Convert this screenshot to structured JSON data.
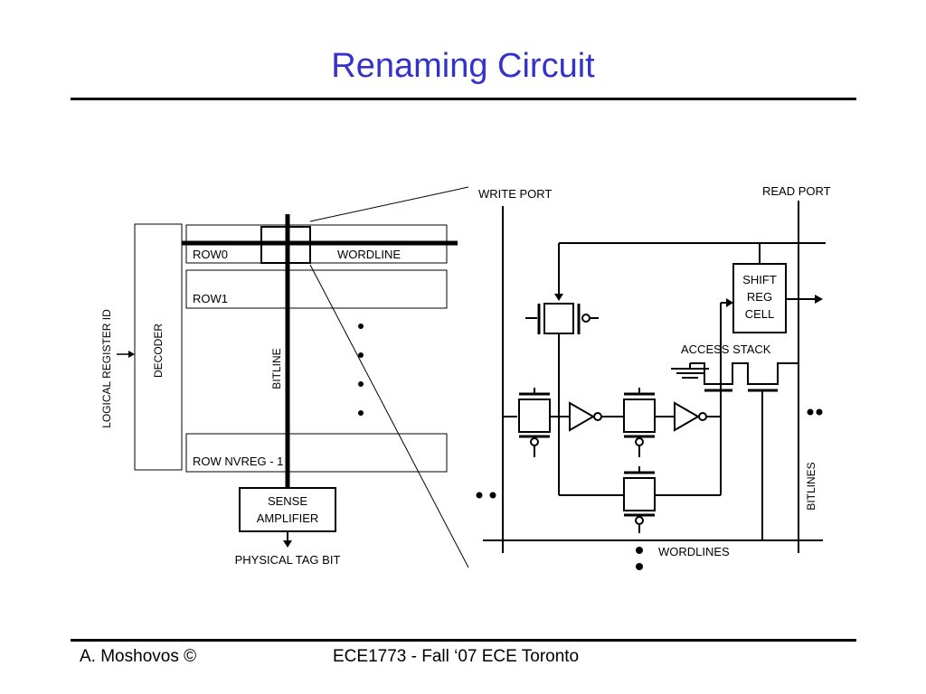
{
  "slide": {
    "title": "Renaming Circuit",
    "accent_color": "#3333cc"
  },
  "diagram": {
    "left": {
      "logical_register_id": "LOGICAL REGISTER ID",
      "decoder": "DECODER",
      "row0": "ROW0",
      "wordline": "WORDLINE",
      "row1": "ROW1",
      "bitline": "BITLINE",
      "row_nvreg": "ROW NVREG - 1",
      "sense_amplifier_line1": "SENSE",
      "sense_amplifier_line2": "AMPLIFIER",
      "physical_tag_bit": "PHYSICAL TAG BIT"
    },
    "right": {
      "write_port": "WRITE PORT",
      "read_port": "READ PORT",
      "shift_reg_line1": "SHIFT",
      "shift_reg_line2": "REG",
      "shift_reg_line3": "CELL",
      "access_stack": "ACCESS STACK",
      "bitlines": "BITLINES",
      "wordlines": "WORDLINES"
    }
  },
  "footer": {
    "author": "A. Moshovos ©",
    "course": "ECE1773 - Fall ‘07 ECE Toronto"
  }
}
